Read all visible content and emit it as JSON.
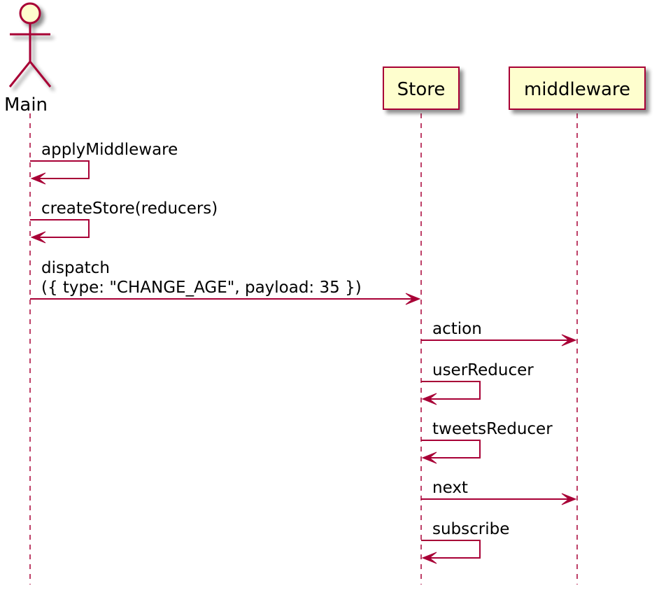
{
  "colors": {
    "line": "#A80036",
    "box_fill": "#FEFECE",
    "text": "#000000"
  },
  "participants": [
    {
      "id": "main",
      "label": "Main",
      "kind": "actor"
    },
    {
      "id": "store",
      "label": "Store",
      "kind": "participant"
    },
    {
      "id": "middleware",
      "label": "middleware",
      "kind": "participant"
    }
  ],
  "messages": [
    {
      "from": "main",
      "to": "main",
      "lines": [
        "applyMiddleware"
      ]
    },
    {
      "from": "main",
      "to": "main",
      "lines": [
        "createStore(reducers)"
      ]
    },
    {
      "from": "main",
      "to": "store",
      "lines": [
        "dispatch",
        "({ type: \"CHANGE_AGE\", payload: 35 })"
      ]
    },
    {
      "from": "store",
      "to": "middleware",
      "lines": [
        "action"
      ]
    },
    {
      "from": "store",
      "to": "store",
      "lines": [
        "userReducer"
      ]
    },
    {
      "from": "store",
      "to": "store",
      "lines": [
        "tweetsReducer"
      ]
    },
    {
      "from": "store",
      "to": "middleware",
      "lines": [
        "next"
      ]
    },
    {
      "from": "store",
      "to": "store",
      "lines": [
        "subscribe"
      ]
    }
  ]
}
